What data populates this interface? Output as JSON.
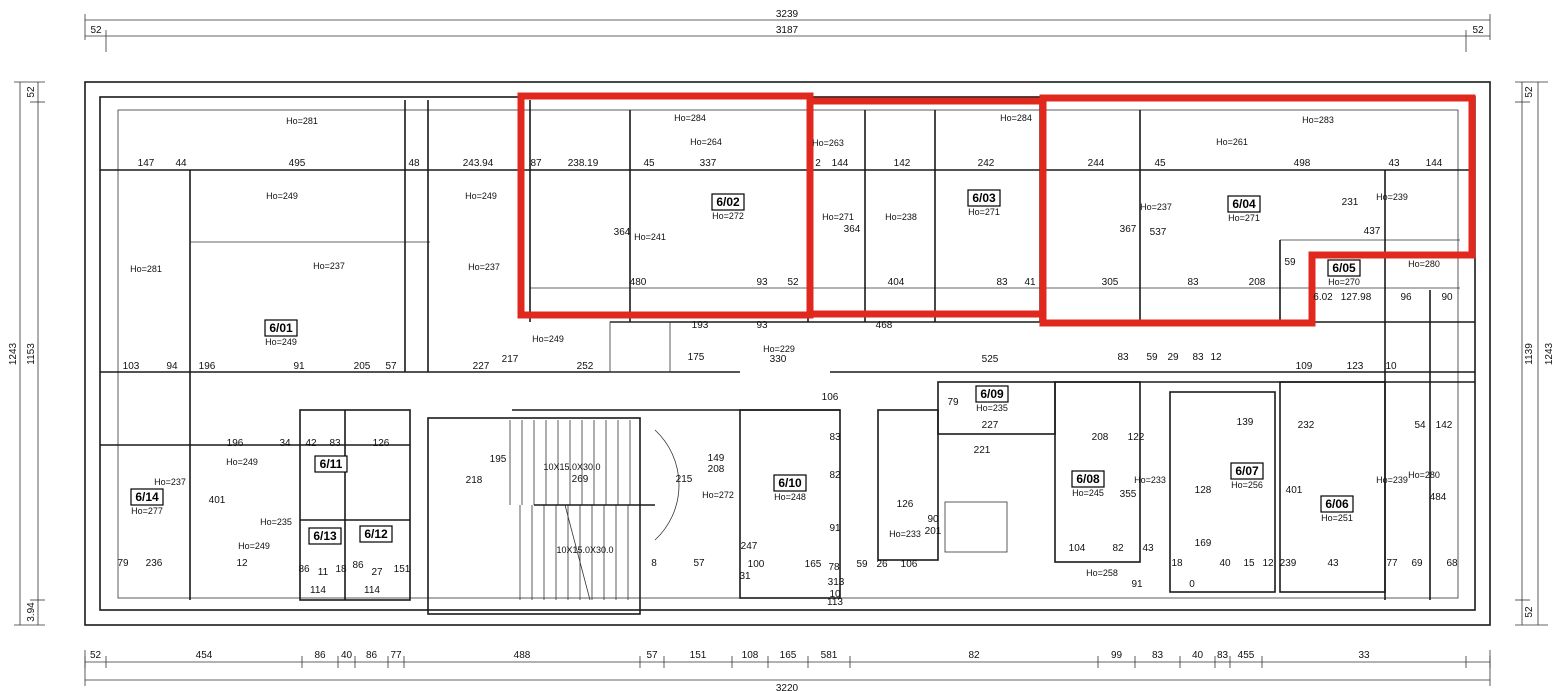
{
  "colors": {
    "highlight": "#e0281e",
    "line": "#1a1a1a"
  },
  "dims": {
    "overall_top": "3239",
    "top_left": "52",
    "top_mid": "3187",
    "top_right": "52",
    "bottom_total": "3220",
    "bottom_chain": [
      "52",
      "454",
      "86",
      "40",
      "86",
      "77",
      "488",
      "57",
      "151",
      "108",
      "165",
      "581",
      "82",
      "99",
      "83",
      "40",
      "83",
      "455",
      "33"
    ],
    "left": [
      "52",
      "1243",
      "1153",
      "3.94"
    ],
    "right": [
      "52",
      "1139",
      "1243",
      "52"
    ]
  },
  "rooms": [
    {
      "id": "6/01",
      "ho": "Ho=249"
    },
    {
      "id": "6/02",
      "ho": "Ho=272"
    },
    {
      "id": "6/03",
      "ho": "Ho=271"
    },
    {
      "id": "6/04",
      "ho": "Ho=271"
    },
    {
      "id": "6/05",
      "ho": "Ho=270"
    },
    {
      "id": "6/06",
      "ho": "Ho=251"
    },
    {
      "id": "6/07",
      "ho": "Ho=256"
    },
    {
      "id": "6/08",
      "ho": "Ho=245"
    },
    {
      "id": "6/09",
      "ho": "Ho=235"
    },
    {
      "id": "6/10",
      "ho": "Ho=248"
    },
    {
      "id": "6/11",
      "ho": ""
    },
    {
      "id": "6/12",
      "ho": ""
    },
    {
      "id": "6/13",
      "ho": ""
    },
    {
      "id": "6/14",
      "ho": "Ho=277"
    }
  ],
  "heights": [
    "Ho=281",
    "Ho=249",
    "Ho=281",
    "Ho=237",
    "Ho=249",
    "Ho=237",
    "Ho=284",
    "Ho=264",
    "Ho=241",
    "Ho=263",
    "Ho=271",
    "Ho=238",
    "Ho=284",
    "Ho=283",
    "Ho=261",
    "Ho=237",
    "Ho=239",
    "Ho=280",
    "Ho=249",
    "Ho=229",
    "Ho=272",
    "Ho=237",
    "Ho=249",
    "Ho=235",
    "Ho=249",
    "Ho=233",
    "Ho=258",
    "Ho=280",
    "Ho=239",
    "Ho=233"
  ],
  "labels": [
    "147",
    "44",
    "495",
    "48",
    "243.94",
    "87",
    "238.19",
    "45",
    "337",
    "2",
    "144",
    "142",
    "242",
    "244",
    "45",
    "498",
    "43",
    "144",
    "364",
    "364",
    "367",
    "537",
    "231",
    "437",
    "480",
    "93",
    "52",
    "404",
    "83",
    "41",
    "305",
    "83",
    "208",
    "59",
    "6.02",
    "127.98",
    "96",
    "90",
    "193",
    "93",
    "468",
    "330",
    "175",
    "252",
    "227",
    "217",
    "525",
    "83",
    "59",
    "29",
    "83",
    "12",
    "103",
    "94",
    "196",
    "91",
    "205",
    "57",
    "109",
    "123",
    "10",
    "196",
    "34",
    "42",
    "83",
    "126",
    "208",
    "122",
    "139",
    "232",
    "54",
    "142",
    "218",
    "195",
    "269",
    "215",
    "149",
    "208",
    "227",
    "221",
    "79",
    "106",
    "83",
    "82",
    "91",
    "247",
    "100",
    "165",
    "78",
    "59",
    "26",
    "106",
    "126",
    "90",
    "201",
    "401",
    "484",
    "401",
    "355",
    "128",
    "169",
    "104",
    "82",
    "43",
    "18",
    "40",
    "15",
    "12",
    "239",
    "43",
    "77",
    "69",
    "68",
    "79",
    "236",
    "12",
    "86",
    "11",
    "18",
    "86",
    "27",
    "151",
    "57",
    "8",
    "31",
    "10",
    "313",
    "113",
    "114",
    "114",
    "91",
    "0"
  ],
  "stair": {
    "top": "10X15.0X30.0",
    "bottom": "10X15.0X30.0"
  }
}
